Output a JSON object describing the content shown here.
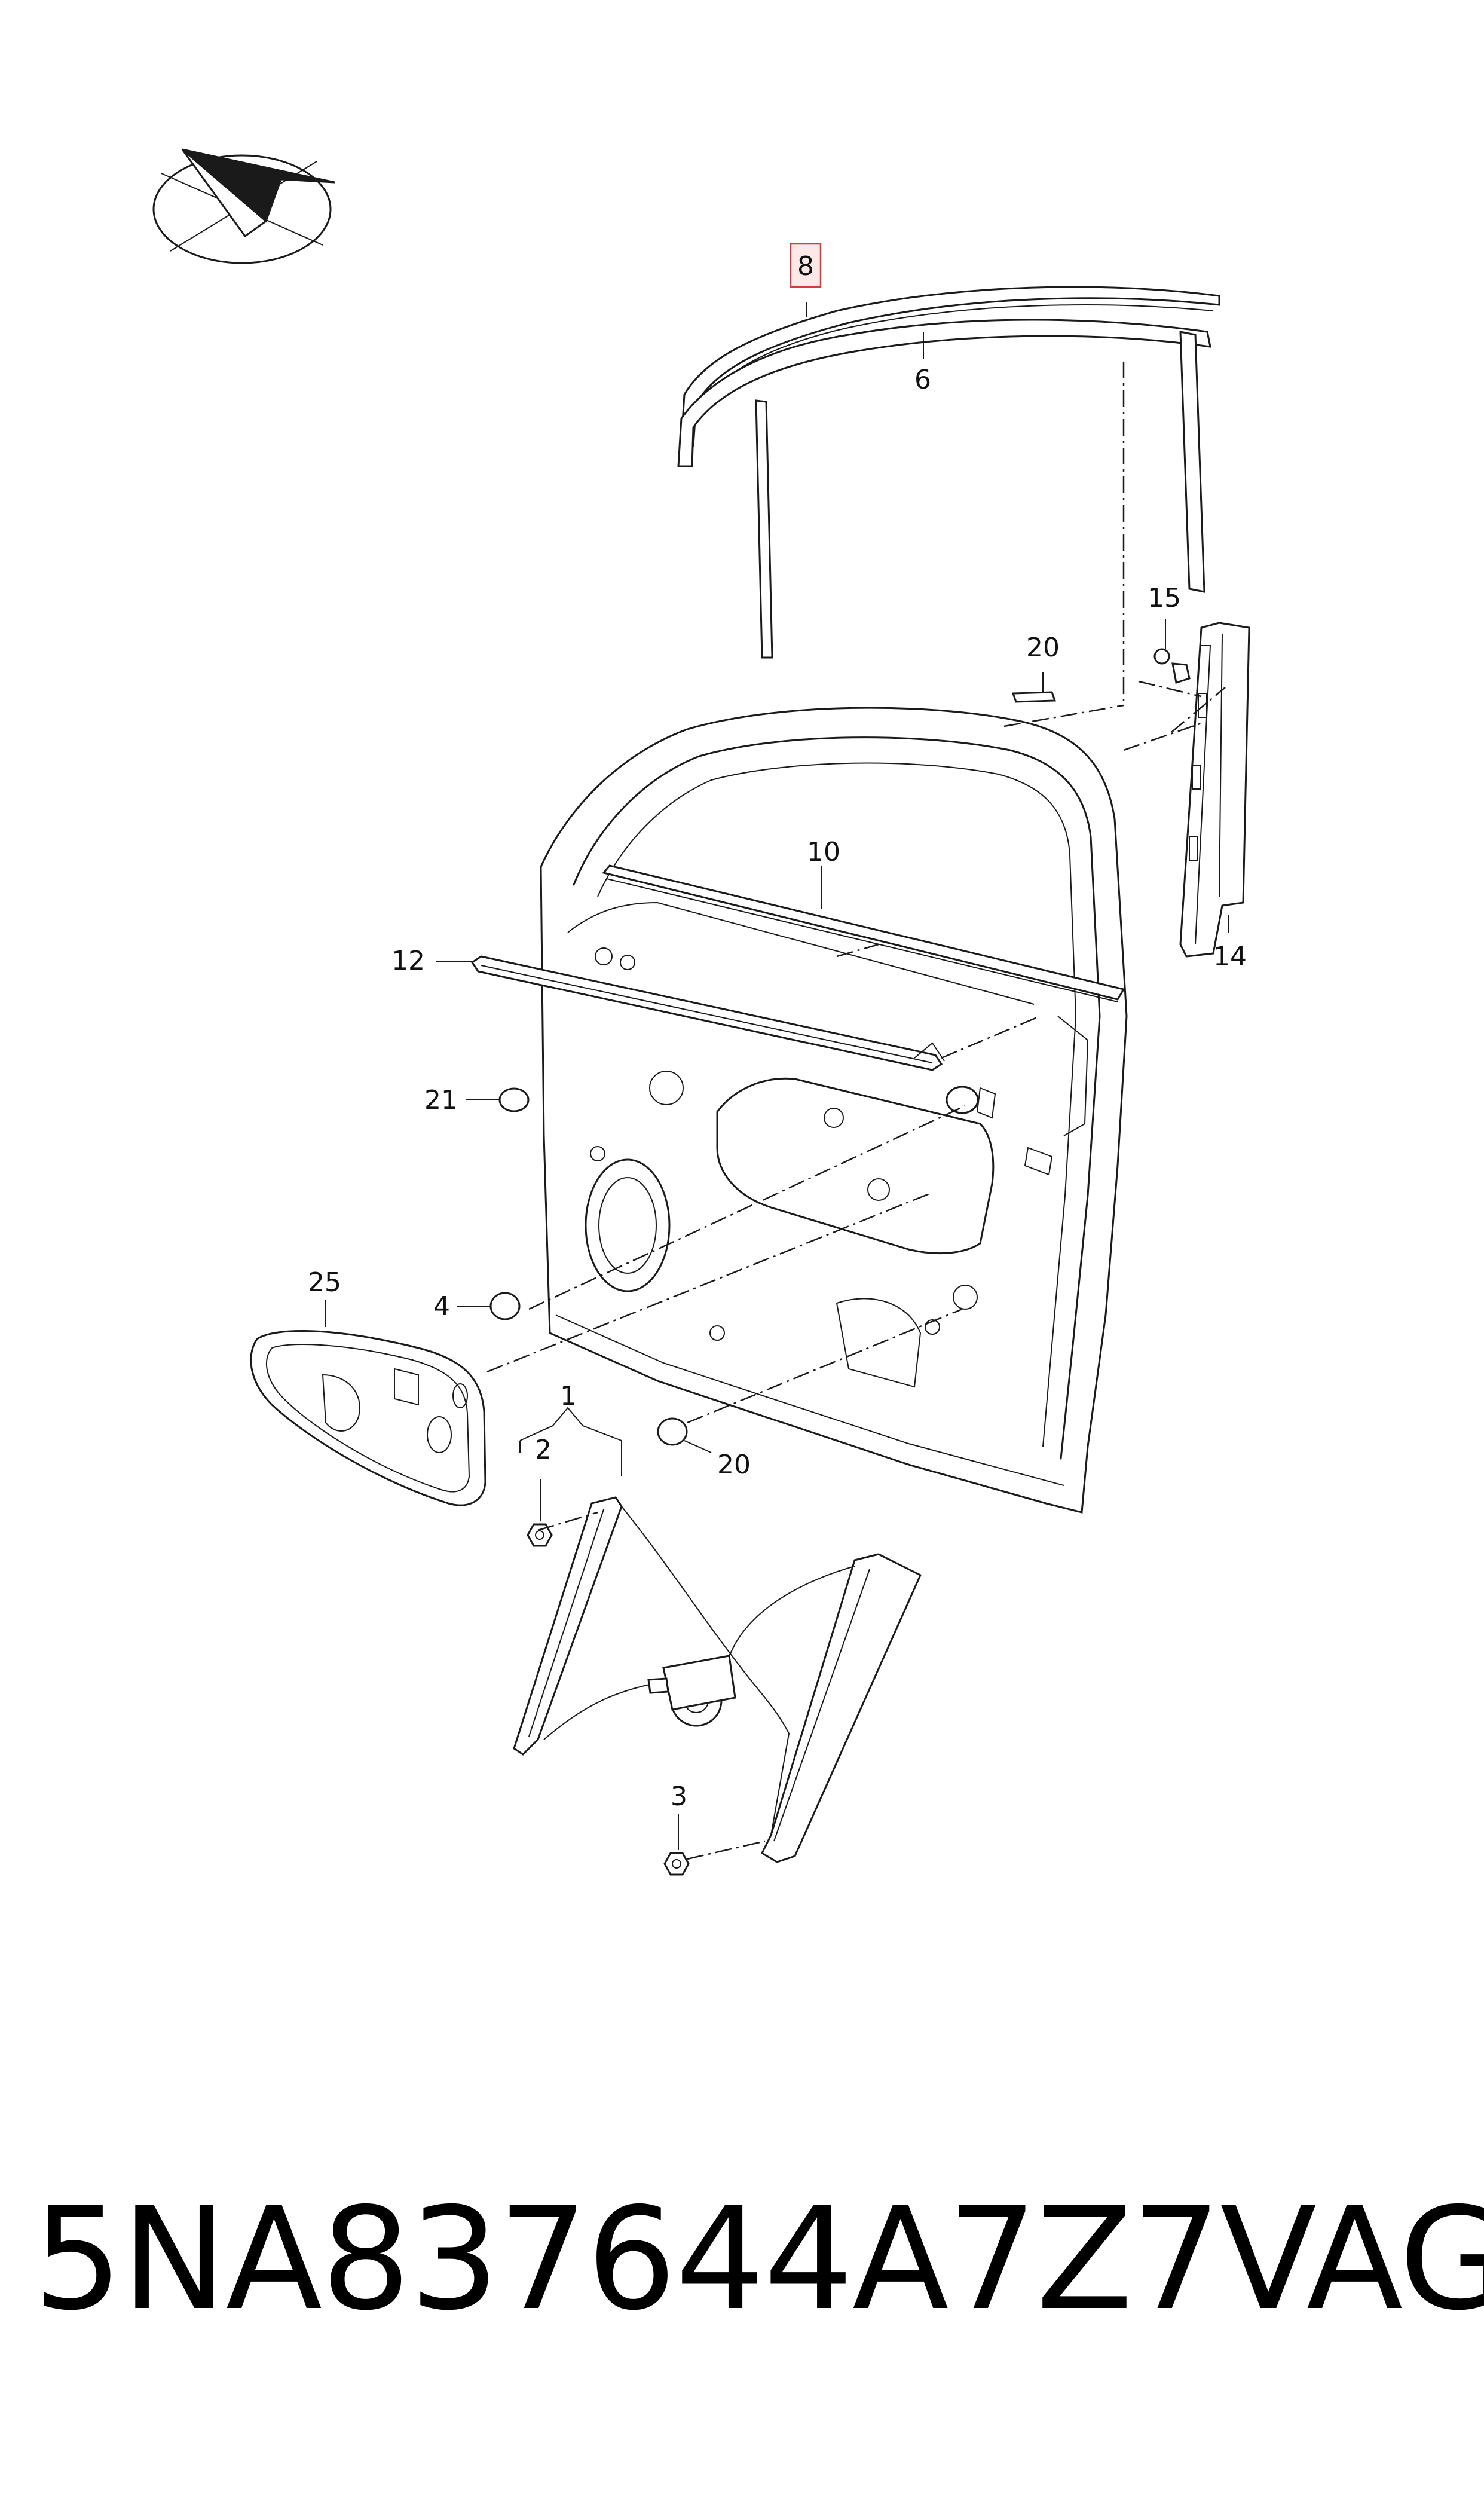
{
  "footer": {
    "part_number": "5NA837644A7Z7",
    "brand": "VAG"
  },
  "callouts": {
    "c1": "1",
    "c2": "2",
    "c3": "3",
    "c4": "4",
    "c6": "6",
    "c8": "8",
    "c10": "10",
    "c12": "12",
    "c14": "14",
    "c15": "15",
    "c20a": "20",
    "c20b": "20",
    "c21": "21",
    "c25": "25"
  },
  "colors": {
    "highlight_border": "#d83a3a",
    "highlight_fill": "#fde8e8",
    "ink": "#1a1a1a"
  }
}
